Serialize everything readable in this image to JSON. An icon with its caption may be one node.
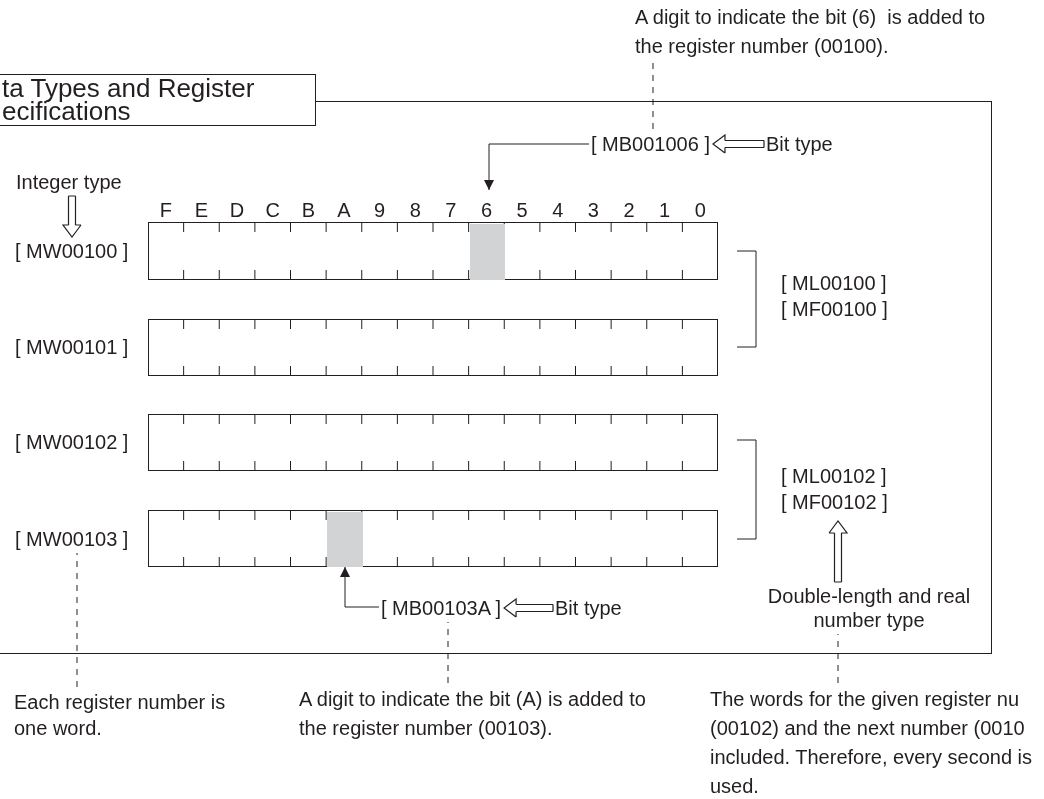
{
  "diagram": {
    "nodes": [
      {
        "text": [
          "ta Types and Register ecifications"
        ]
      },
      {
        "text": [
          "A digit to indicate the bit (6)  is added to the register number (00100)."
        ]
      },
      {
        "text": [
          "[ MB001006 ]"
        ],
        "in": 0
      },
      {
        "text": [
          "Bit type"
        ],
        "in": 0
      },
      {
        "text": [
          "Integer type"
        ],
        "in": 0
      },
      {
        "text": [
          "[ MW00100 ]"
        ],
        "in": 0
      },
      {
        "text": [],
        "shape": "bar",
        "in": 0
      },
      {
        "text": [],
        "shape": "box",
        "in": 6
      },
      {
        "text": [
          "[ MW00101 ]"
        ],
        "in": 0
      },
      {
        "text": [],
        "shape": "bar",
        "in": 0
      },
      {
        "text": [
          "[ MW00102 ]"
        ],
        "in": 0
      },
      {
        "text": [],
        "shape": "bar",
        "in": 0
      },
      {
        "text": [
          "[ MW00103 ]"
        ],
        "in": 0
      },
      {
        "text": [],
        "shape": "bar",
        "in": 0
      },
      {
        "text": [],
        "shape": "box",
        "in": 13
      },
      {
        "text": [
          "[ ML00100 ]",
          "[ MF00100 ]"
        ],
        "in": 0
      },
      {
        "text": [
          "[ ML00102 ]",
          "[ MF00102 ]"
        ],
        "in": 0
      },
      {
        "text": [
          "Double-length and real number type"
        ],
        "in": 0
      },
      {
        "text": [
          "[ MB00103A ]"
        ],
        "in": 0
      },
      {
        "text": [
          "Bit type"
        ],
        "in": 0
      },
      {
        "text": [
          "Each register number is one word."
        ]
      },
      {
        "text": [
          "A digit to indicate the bit (A) is added to the register number (00103)."
        ]
      },
      {
        "text": [
          "The words for the given register nu (00102) and the next number (0010 included. Therefore, every second is used."
        ]
      }
    ],
    "edges": [
      {
        "from": 1,
        "to": 2,
        "arrow": "none",
        "style": "dashed"
      },
      {
        "from": 2,
        "to": 7,
        "arrow": "to"
      },
      {
        "from": 3,
        "to": 2,
        "arrow": "to"
      },
      {
        "from": 4,
        "to": 5,
        "arrow": "to"
      },
      {
        "from": 17,
        "to": 16,
        "arrow": "to"
      },
      {
        "from": 18,
        "to": 14,
        "arrow": "to"
      },
      {
        "from": 19,
        "to": 18,
        "arrow": "to"
      },
      {
        "from": 20,
        "to": 12,
        "arrow": "none",
        "style": "dashed"
      },
      {
        "from": 21,
        "to": 18,
        "arrow": "none",
        "style": "dashed"
      },
      {
        "from": 22,
        "to": 17,
        "arrow": "none",
        "style": "dashed"
      }
    ],
    "labels": [
      "F",
      "E",
      "D",
      "C",
      "B",
      "A",
      "9",
      "8",
      "7",
      "6",
      "5",
      "4",
      "3",
      "2",
      "1",
      "0"
    ]
  }
}
